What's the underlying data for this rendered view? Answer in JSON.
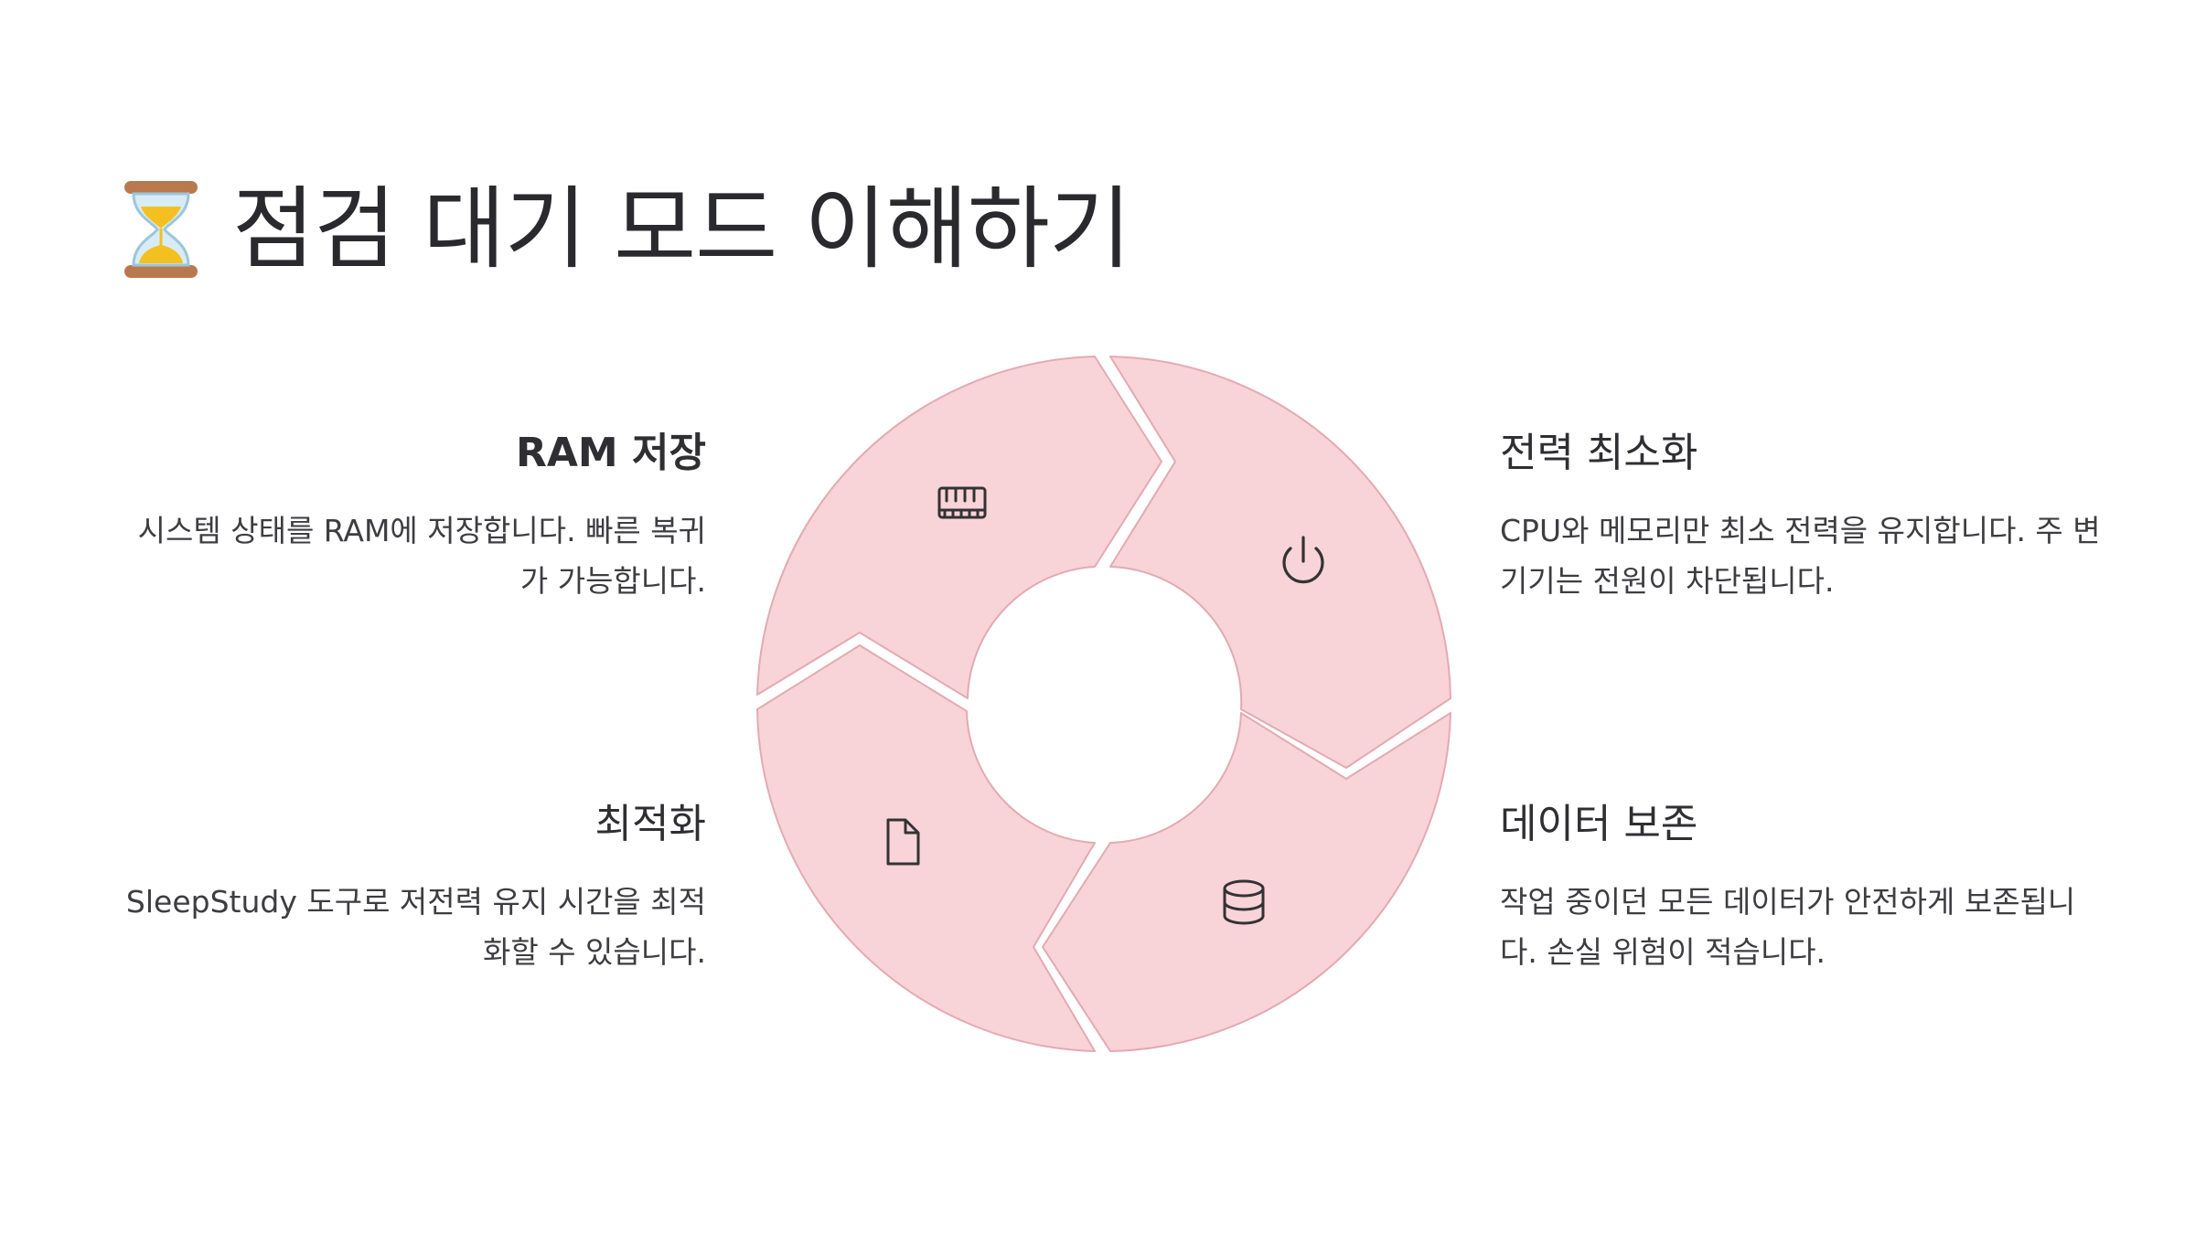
{
  "title": "점검 대기 모드 이해하기",
  "colors": {
    "segment_fill": "#f8d3d8",
    "segment_stroke": "#e3aab3",
    "icon_stroke": "#333333",
    "text": "#2f2f33"
  },
  "blocks": [
    {
      "id": "ram",
      "heading": "RAM 저장",
      "desc": "시스템 상태를 RAM에 저장합니다. 빠른 복귀 가 가능합니다.",
      "icon": "memory-chip-icon"
    },
    {
      "id": "power",
      "heading": "전력 최소화",
      "desc": "CPU와 메모리만 최소 전력을 유지합니다. 주 변 기기는 전원이 차단됩니다.",
      "icon": "power-icon"
    },
    {
      "id": "data",
      "heading": "데이터 보존",
      "desc": "작업 중이던 모든 데이터가 안전하게 보존됩니 다. 손실 위험이 적습니다.",
      "icon": "database-icon"
    },
    {
      "id": "optimize",
      "heading": "최적화",
      "desc": "SleepStudy 도구로 저전력 유지 시간을 최적 화할 수 있습니다.",
      "icon": "document-icon"
    }
  ]
}
